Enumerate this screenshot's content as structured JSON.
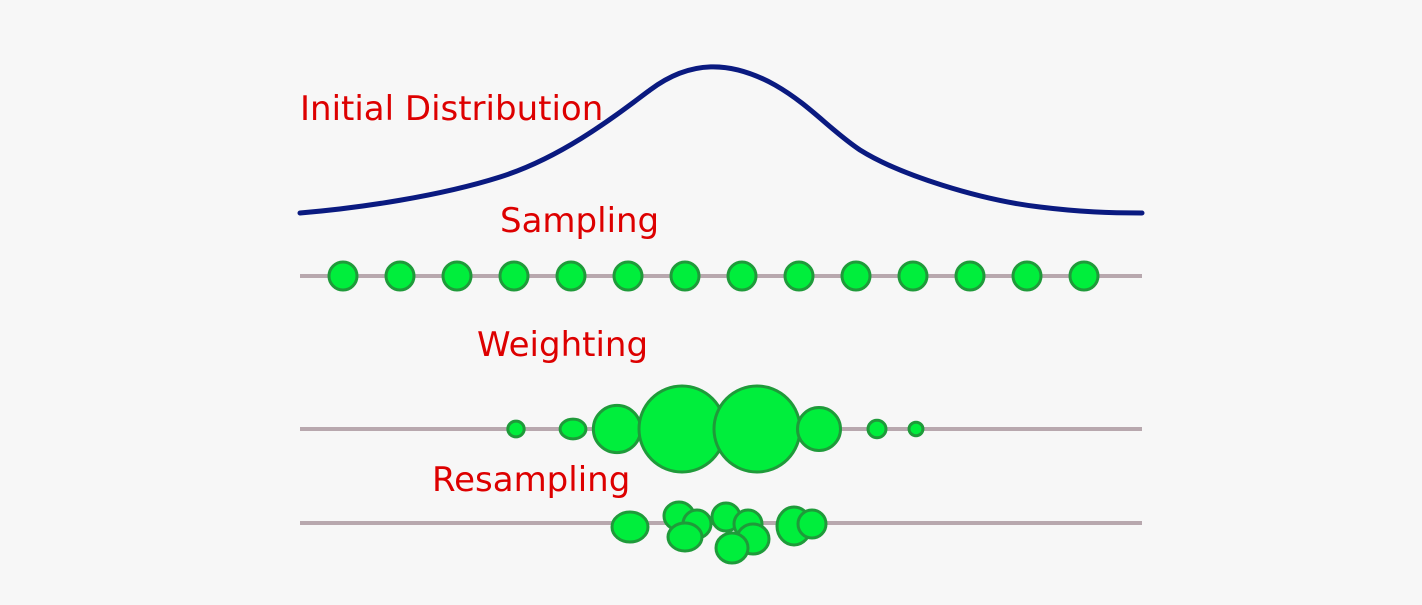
{
  "labels": {
    "initial": "Initial Distribution",
    "sampling": "Sampling",
    "weighting": "Weighting",
    "resampling": "Resampling"
  },
  "colors": {
    "background": "#f7f7f7",
    "curve": "#0a1a80",
    "label": "#dd0000",
    "axis": "#b8a8ae",
    "particle_fill": "#00ee3c",
    "particle_stroke": "#1f9a3a"
  },
  "sampling_particle_count": 14,
  "weighting_weights": [
    0.2,
    0.25,
    0.55,
    1.0,
    1.0,
    0.5,
    0.22,
    0.17
  ]
}
